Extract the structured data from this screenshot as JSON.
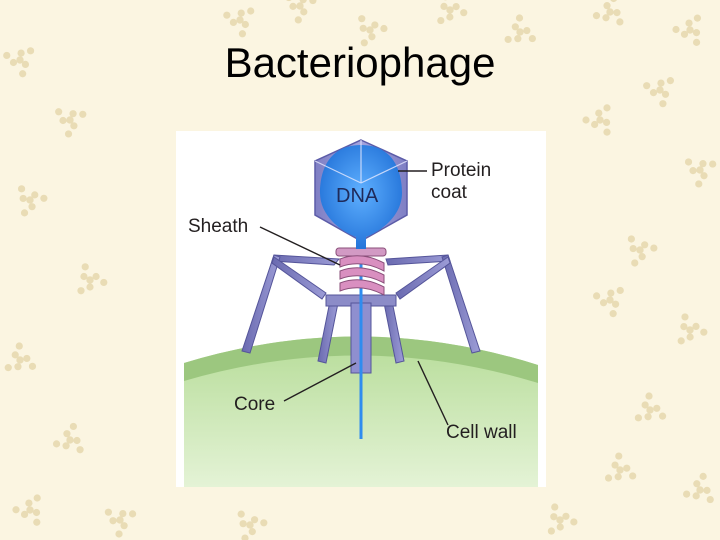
{
  "slide": {
    "title": "Bacteriophage"
  },
  "diagram": {
    "labels": {
      "dna": "DNA",
      "protein_coat_line1": "Protein",
      "protein_coat_line2": "coat",
      "sheath": "Sheath",
      "core": "Core",
      "cell_wall": "Cell wall"
    }
  },
  "colors": {
    "background": "#fbf5e1",
    "pattern": "#e9dcb5",
    "cell_fill": "#bfe3a6",
    "cell_rim": "#9cc77f",
    "protein_coat": "#8f8fcf",
    "dna_blue": "#2f8cef",
    "sheath_pink": "#d98fc0",
    "legs": "#7474b8",
    "leader_lines": "#231f20"
  }
}
